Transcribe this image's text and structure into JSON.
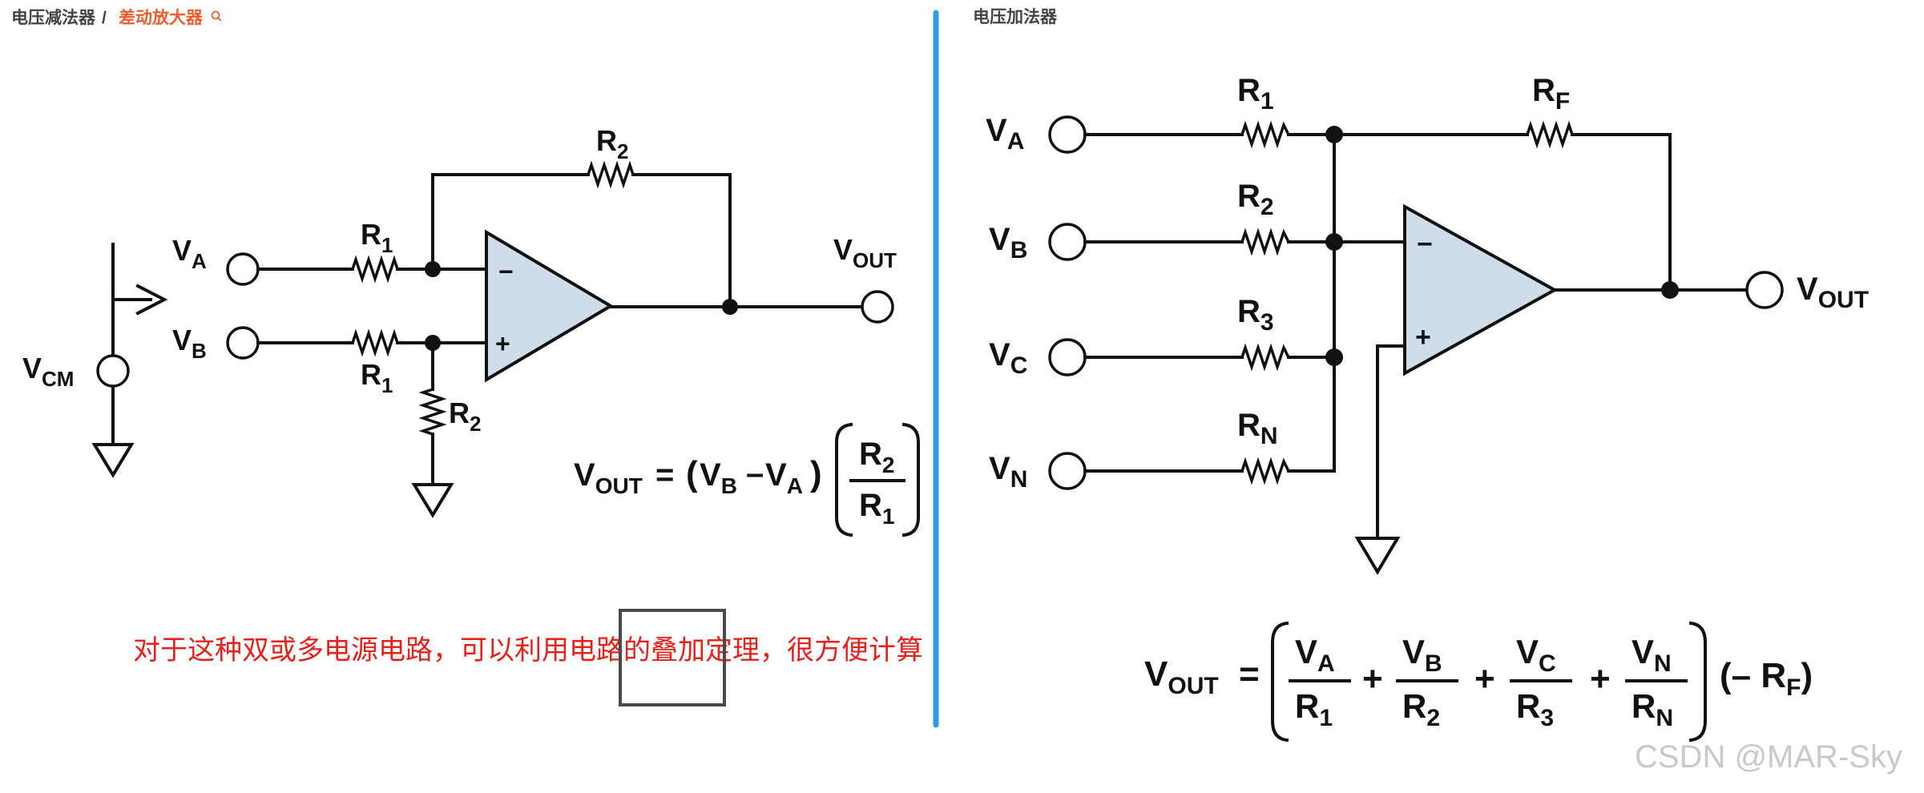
{
  "breadcrumb": {
    "section": "电压减法器",
    "separator": "/",
    "current": "差动放大器"
  },
  "right_panel": {
    "title": "电压加法器"
  },
  "subtractor": {
    "labels": {
      "va": "V",
      "va_sub": "A",
      "vb": "V",
      "vb_sub": "B",
      "vcm": "V",
      "vcm_sub": "CM",
      "r1": "R",
      "r1_sub": "1",
      "r2": "R",
      "r2_sub": "2",
      "vout": "V",
      "vout_sub": "OUT",
      "minus": "−",
      "plus": "+"
    },
    "formula": {
      "lhs": "V",
      "lhs_sub": "OUT",
      "eq": "=",
      "lpar": "(",
      "vb": "V",
      "vb_sub": "B",
      "dash": "–",
      "va": "V",
      "va_sub": "A",
      "rpar": ")",
      "num": "R",
      "num_sub": "2",
      "den": "R",
      "den_sub": "1"
    }
  },
  "summing": {
    "labels": {
      "va": "V",
      "va_sub": "A",
      "vb": "V",
      "vb_sub": "B",
      "vc": "V",
      "vc_sub": "C",
      "vn": "V",
      "vn_sub": "N",
      "r1": "R",
      "r1_sub": "1",
      "r2": "R",
      "r2_sub": "2",
      "r3": "R",
      "r3_sub": "3",
      "rn": "R",
      "rn_sub": "N",
      "rf": "R",
      "rf_sub": "F",
      "vout": "V",
      "vout_sub": "OUT",
      "minus": "−",
      "plus": "+"
    },
    "formula": {
      "lhs": "V",
      "lhs_sub": "OUT",
      "eq": "=",
      "t1_num": "V",
      "t1_num_sub": "A",
      "t1_den": "R",
      "t1_den_sub": "1",
      "t2_num": "V",
      "t2_num_sub": "B",
      "t2_den": "R",
      "t2_den_sub": "2",
      "t3_num": "V",
      "t3_num_sub": "C",
      "t3_den": "R",
      "t3_den_sub": "3",
      "t4_num": "V",
      "t4_num_sub": "N",
      "t4_den": "R",
      "t4_den_sub": "N",
      "plus": "+",
      "tail": "(– R",
      "tail_sub": "F",
      "tail_close": ")"
    }
  },
  "note": "对于这种双或多电源电路，可以利用电路的叠加定理，很方便计算",
  "watermark": "CSDN @MAR-Sky",
  "colors": {
    "opamp_fill": "#cfdcea",
    "divider": "#2f9de4",
    "note": "#e8201a",
    "link": "#ef5c2b"
  },
  "icons": {
    "search": "search-icon"
  }
}
